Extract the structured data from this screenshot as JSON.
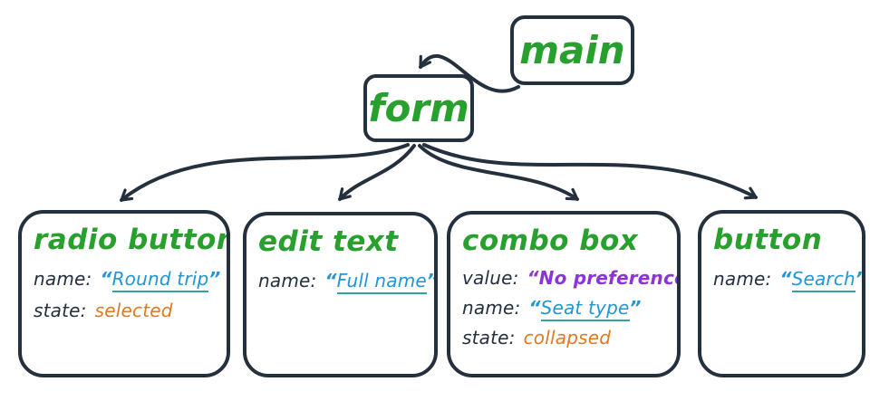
{
  "diagram_type": "accessibility-tree",
  "colors": {
    "ink": "#24303e",
    "node_label_green": "#27a02e",
    "value_blue": "#2196d3",
    "underline_teal": "#2ca69c",
    "state_orange": "#e0791f",
    "value_purple": "#8c34d8"
  },
  "punct": {
    "open_quote": "“",
    "close_quote": "”"
  },
  "nodes": {
    "main": {
      "label": "main"
    },
    "form": {
      "label": "form"
    },
    "radio_button": {
      "title": "radio button",
      "rows": [
        {
          "key": "name:",
          "value": "Round trip",
          "style": "quoted-underlined-blue"
        },
        {
          "key": "state:",
          "value": "selected",
          "style": "plain-orange"
        }
      ]
    },
    "edit_text": {
      "title": "edit text",
      "rows": [
        {
          "key": "name:",
          "value": "Full name",
          "style": "quoted-underlined-blue"
        }
      ]
    },
    "combo_box": {
      "title": "combo box",
      "rows": [
        {
          "key": "value:",
          "value": "No preference",
          "style": "quoted-bold-purple"
        },
        {
          "key": "name:",
          "value": "Seat type",
          "style": "quoted-underlined-blue"
        },
        {
          "key": "state:",
          "value": "collapsed",
          "style": "plain-orange"
        }
      ]
    },
    "button": {
      "title": "button",
      "rows": [
        {
          "key": "name:",
          "value": "Search",
          "style": "quoted-underlined-blue"
        }
      ]
    }
  },
  "edges": [
    {
      "from": "main",
      "to": "form"
    },
    {
      "from": "form",
      "to": "radio_button"
    },
    {
      "from": "form",
      "to": "edit_text"
    },
    {
      "from": "form",
      "to": "combo_box"
    },
    {
      "from": "form",
      "to": "button"
    }
  ]
}
